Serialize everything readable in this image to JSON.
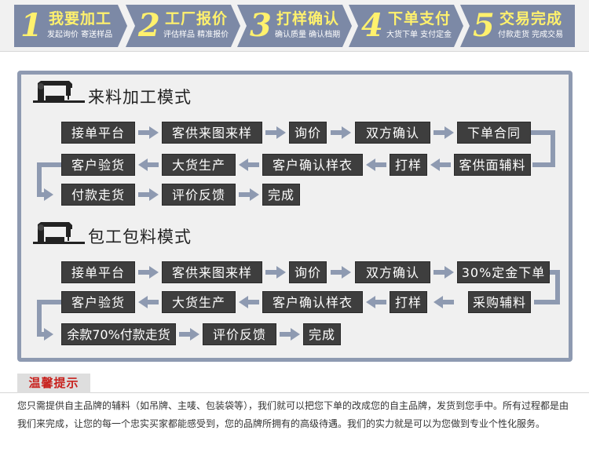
{
  "steps": [
    {
      "num": "1",
      "title": "我要加工",
      "sub": "发起询价 寄送样品"
    },
    {
      "num": "2",
      "title": "工厂报价",
      "sub": "评估样品 精准报价"
    },
    {
      "num": "3",
      "title": "打样确认",
      "sub": "确认质量 确认档期"
    },
    {
      "num": "4",
      "title": "下单支付",
      "sub": "大货下单  支付定金"
    },
    {
      "num": "5",
      "title": "交易完成",
      "sub": "付款走货  完成交易"
    }
  ],
  "colors": {
    "banner": "#7c89a6",
    "panel_border": "#8e9ab1",
    "box": "#3e3e3e",
    "arrow": "#8e9ab1",
    "tips_red": "#c8211d",
    "step_title": "#fff16d"
  },
  "mode1": {
    "title": "来料加工模式",
    "row1": [
      "接单平台",
      "客供来图来样",
      "询价",
      "双方确认",
      "下单合同"
    ],
    "row2": [
      "客户验货",
      "大货生产",
      "客户确认样衣",
      "打样",
      "客供面辅料"
    ],
    "row3": [
      "付款走货",
      "评价反馈",
      "完成"
    ]
  },
  "mode2": {
    "title": "包工包料模式",
    "row1": [
      "接单平台",
      "客供来图来样",
      "询价",
      "双方确认",
      "30%定金下单"
    ],
    "row2": [
      "客户验货",
      "大货生产",
      "客户确认样衣",
      "打样",
      "采购辅料"
    ],
    "row3": [
      "余款70%付款走货",
      "评价反馈",
      "完成"
    ]
  },
  "tips": {
    "title": "温馨提示",
    "text": "您只需提供自主品牌的辅料（如吊牌、主唛、包装袋等），我们就可以把您下单的改成您的自主品牌，发货到您手中。所有过程都是由我们来完成，让您的每一个忠实买家都能感受到，您的品牌所拥有的高级待遇。我们的实力就是可以为您做到专业个性化服务。"
  },
  "icons": {
    "machine": "sewing-machine-icon",
    "arrow": "arrow-icon"
  }
}
